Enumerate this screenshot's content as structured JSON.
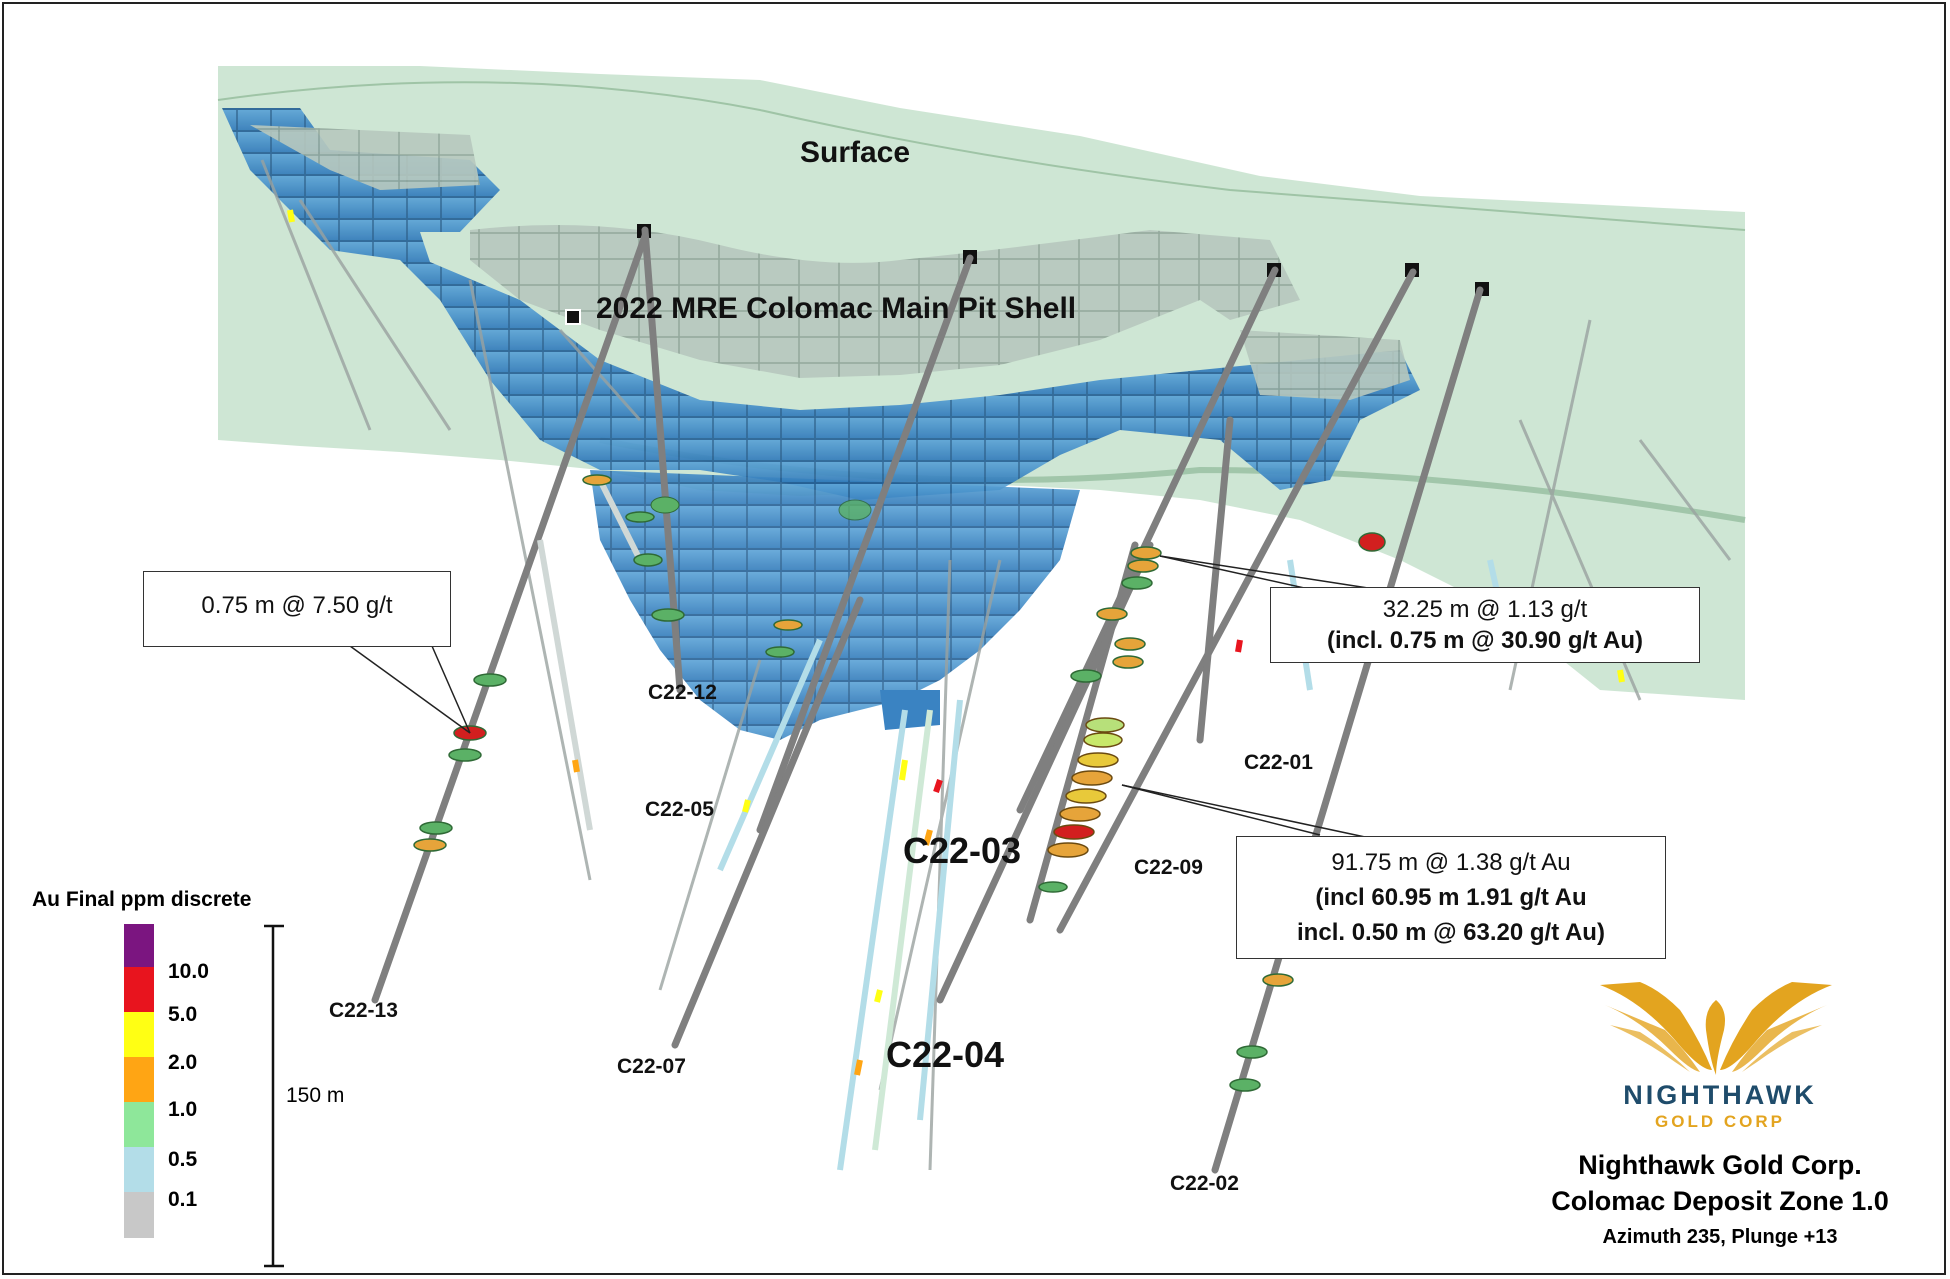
{
  "scene": {
    "surface_label": "Surface",
    "pit_shell_label": "2022 MRE Colomac Main Pit Shell",
    "colors": {
      "surface": "#c9e3cf",
      "pit_shell": "#4a90c8",
      "pit_floor": "#b9c9c0",
      "drill_trace": "#7f7f7f"
    }
  },
  "drill_holes": [
    "C22-12",
    "C22-05",
    "C22-07",
    "C22-13",
    "C22-03",
    "C22-04",
    "C22-09",
    "C22-01",
    "C22-02"
  ],
  "callouts": {
    "c22_13": {
      "line1": "0.75 m @ 7.50 g/t"
    },
    "c22_01": {
      "line1": "32.25 m @ 1.13 g/t",
      "line2": "(incl. 0.75 m @ 30.90 g/t Au)"
    },
    "c22_03": {
      "line1": "91.75 m @ 1.38 g/t Au",
      "line2": "(incl 60.95 m  1.91 g/t Au",
      "line3": "incl. 0.50 m @ 63.20 g/t Au)"
    }
  },
  "legend": {
    "title": "Au Final ppm discrete",
    "bins": [
      {
        "label": "",
        "color": "#7b1580"
      },
      {
        "label": "10.0",
        "color": "#e8141e"
      },
      {
        "label": "5.0",
        "color": "#ffff14"
      },
      {
        "label": "2.0",
        "color": "#ffa514"
      },
      {
        "label": "1.0",
        "color": "#8ee79a"
      },
      {
        "label": "0.5",
        "color": "#b3dde8"
      },
      {
        "label": "0.1",
        "color": "#c8c8c8"
      }
    ]
  },
  "scale_bar": {
    "label": "150 m"
  },
  "logo": {
    "wordmark": "NIGHTHAWK",
    "subtitle": "GOLD CORP",
    "colors": {
      "wing": "#e3a41f",
      "text": "#1f4c6b"
    }
  },
  "company": {
    "line1": "Nighthawk Gold Corp.",
    "line2": "Colomac Deposit Zone 1.0"
  },
  "view": {
    "caption": "Azimuth 235, Plunge +13"
  }
}
